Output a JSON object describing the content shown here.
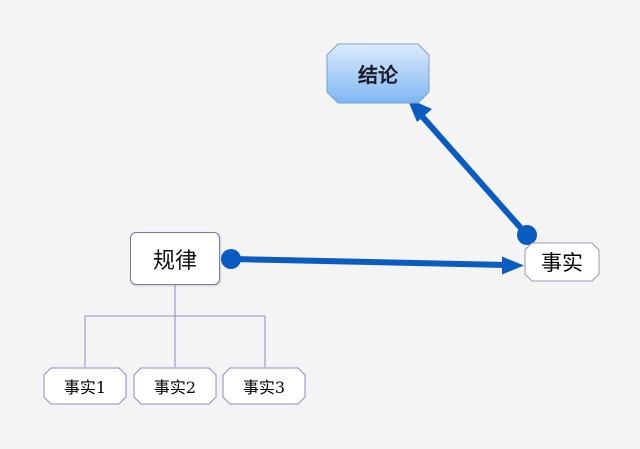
{
  "diagram": {
    "nodes": {
      "rule": "规律",
      "conclusion": "结论",
      "fact": "事实",
      "fact1": "事实1",
      "fact2": "事实2",
      "fact3": "事实3"
    },
    "colors": {
      "arrow": "#0a5cc2",
      "conclusion_fill_top": "#dcebfc",
      "conclusion_fill_bottom": "#7fb6f2",
      "tree_line": "#8c8cc4",
      "node_border": "#7a7a9a",
      "background": "#f4f4f4"
    }
  }
}
